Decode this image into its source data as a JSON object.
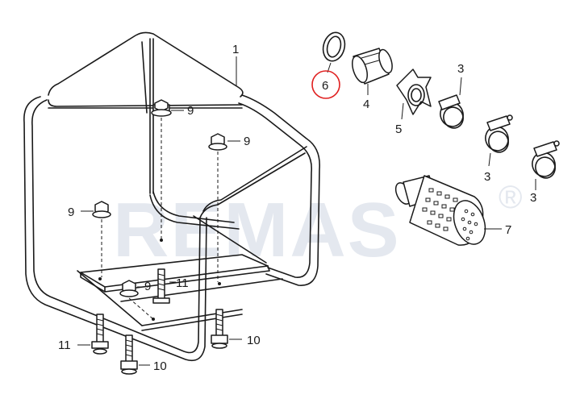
{
  "watermark": {
    "brand": "REMAS",
    "registered_mark": "®"
  },
  "highlight_color": "#e02020",
  "callouts": {
    "frame": "1",
    "band_top": "3",
    "band_middle": "3",
    "band_right": "3",
    "hose_coupling": "4",
    "joint_nut": "5",
    "gasket": "6",
    "strainer": "7",
    "flange_nut_top": "9",
    "flange_nut_middle": "9",
    "flange_nut_left": "9",
    "flange_nut_lower": "9",
    "bolt_11_left": "11",
    "bolt_11_center": "11",
    "bolt_10_right": "10",
    "bolt_10_bottom": "10"
  }
}
